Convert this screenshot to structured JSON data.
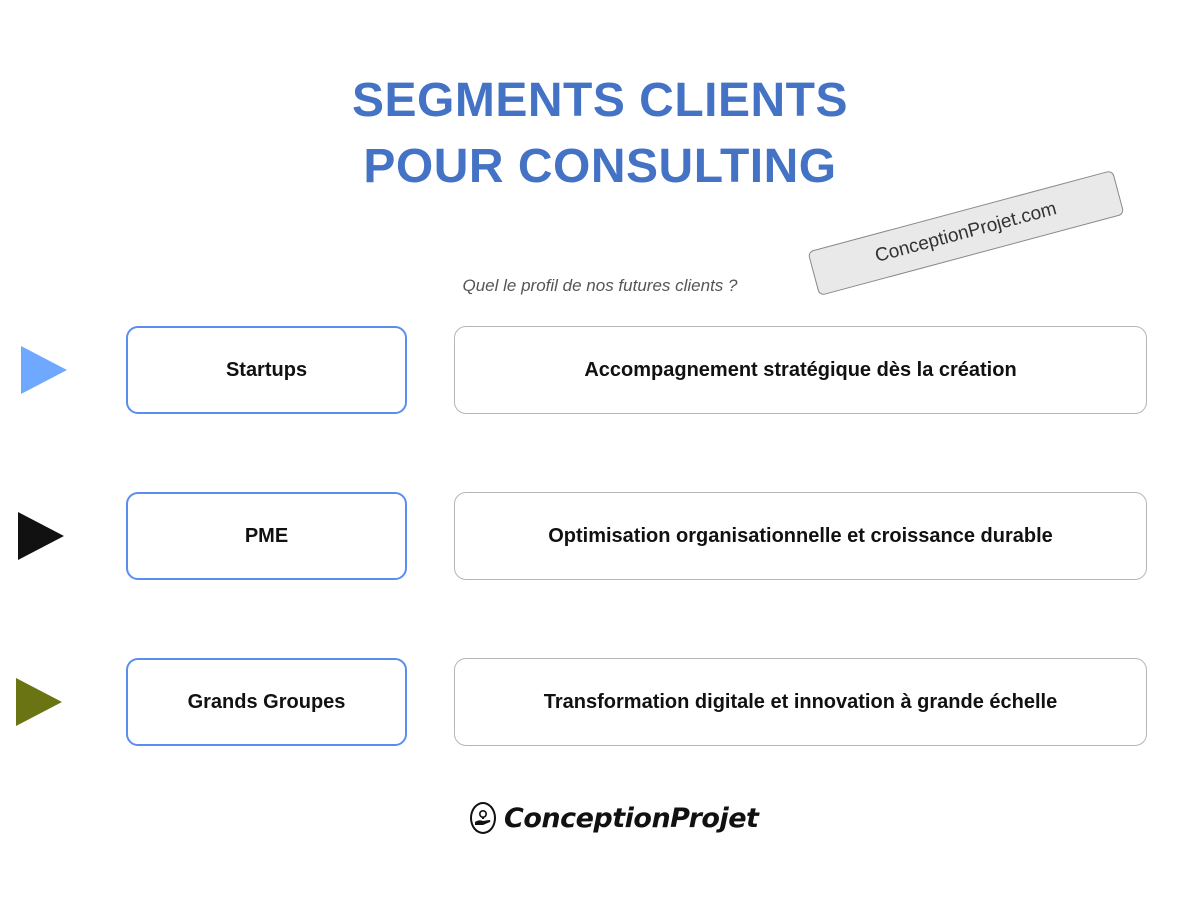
{
  "title": {
    "line1": "SEGMENTS CLIENTS",
    "line2": "POUR CONSULTING"
  },
  "subtitle": "Quel le profil de nos futures clients ?",
  "stamp": "ConceptionProjet.com",
  "segments": [
    {
      "label": "Startups",
      "description": "Accompagnement stratégique dès la création",
      "arrow_color": "#6fa8ff"
    },
    {
      "label": "PME",
      "description": "Optimisation organisationnelle et croissance durable",
      "arrow_color": "#111111"
    },
    {
      "label": "Grands Groupes",
      "description": "Transformation digitale et innovation à grande échelle",
      "arrow_color": "#6b7412"
    }
  ],
  "footer": {
    "logo_text": "ConceptionProjet",
    "logo_icon": "hand-holding-idea-icon"
  },
  "colors": {
    "title": "#4472c4",
    "segment_border": "#5b8def",
    "description_border": "#b5b5b5"
  }
}
